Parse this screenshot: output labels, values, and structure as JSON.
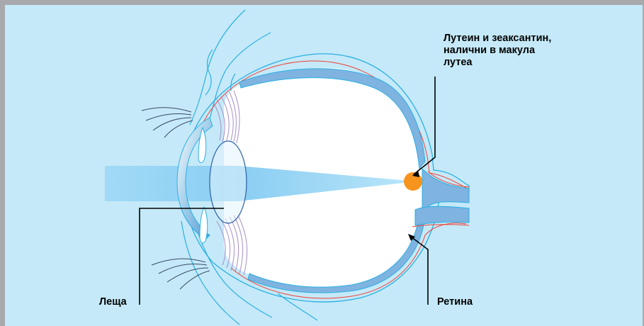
{
  "labels": {
    "lutein_zeaxanthin": "Лутеин и зеаксантин,\nналични в макула\nлутеа",
    "lens": "Леща",
    "retina": "Ретина"
  },
  "colors": {
    "background": "#c5e9f8",
    "border": "#a7a9ac",
    "outline": "#2ab0e4",
    "retina_band": "#7fb3e0",
    "macula": "#f7941d",
    "ciliary_muscle": "#a58cc6",
    "sclera_red_line": "#ef4136"
  }
}
